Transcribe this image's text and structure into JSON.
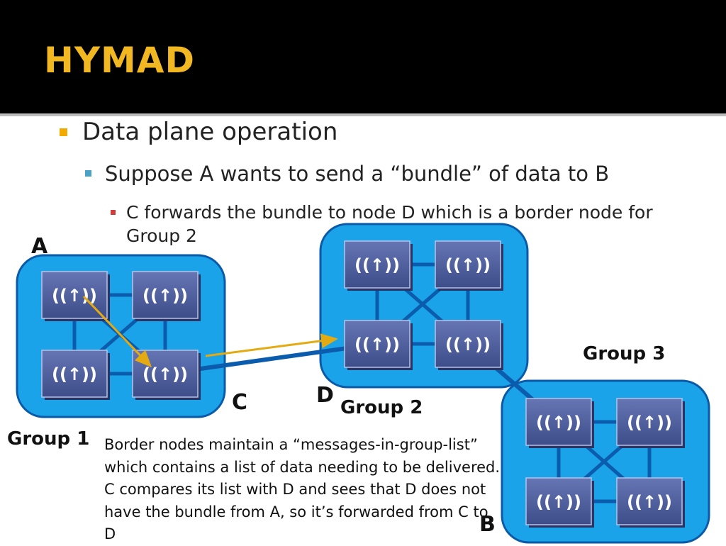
{
  "slide": {
    "title": "HYMAD",
    "bullets": [
      "Data plane operation",
      "Suppose A wants to send a “bundle” of data to B",
      "C forwards the bundle to node D which is a border node for Group 2"
    ]
  },
  "diagram": {
    "labels": {
      "a": "A",
      "b": "B",
      "c": "C",
      "d": "D",
      "group1": "Group 1",
      "group2": "Group 2",
      "group3": "Group 3"
    },
    "router_glyph": "((↑))",
    "description": "Border nodes maintain a “messages-in-group-list” which contains a list of data needing to be delivered. C compares its list with D and sees that D does not have the bundle from A, so it’s forwarded from C to D",
    "colors": {
      "group_fill": "#1aa3e8",
      "group_border": "#0a5aa8",
      "link": "#0b5cad",
      "bundle_arrow": "#e3aa12",
      "router_face": "#4b5d9c"
    },
    "icons": [
      "router-icon"
    ]
  }
}
